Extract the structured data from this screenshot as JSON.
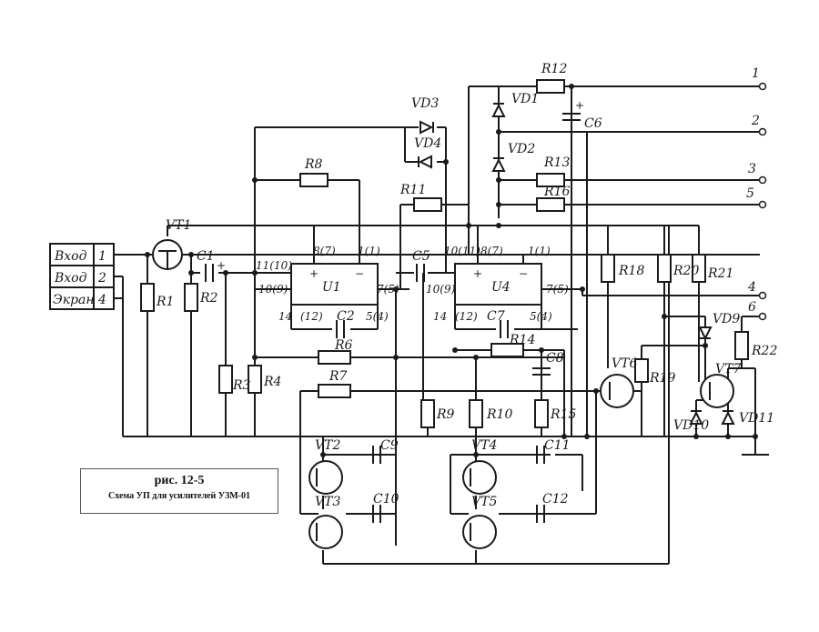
{
  "caption": {
    "title": "рис. 12-5",
    "subtitle": "Схема УП для усилителей УЗМ-01"
  },
  "connector": {
    "rows": [
      {
        "name": "Вход",
        "pin": "1"
      },
      {
        "name": "Вход",
        "pin": "2"
      },
      {
        "name": "Экран",
        "pin": "4"
      }
    ]
  },
  "labels": {
    "VT1": "VT1",
    "VT2": "VT2",
    "VT3": "VT3",
    "VT4": "VT4",
    "VT5": "VT5",
    "VT6": "VT6",
    "VT7": "VT7",
    "VD1": "VD1",
    "VD2": "VD2",
    "VD3": "VD3",
    "VD4": "VD4",
    "VD9": "VD9",
    "VD10": "VD10",
    "VD11": "VD11",
    "C1": "C1",
    "C2": "C2",
    "C5": "C5",
    "C6": "C6",
    "C7": "C7",
    "C8": "C8",
    "C9": "C9",
    "C10": "C10",
    "C11": "C11",
    "C12": "C12",
    "R1": "R1",
    "R2": "R2",
    "R3": "R3",
    "R4": "R4",
    "R6": "R6",
    "R7": "R7",
    "R8": "R8",
    "R9": "R9",
    "R10": "R10",
    "R11": "R11",
    "R12": "R12",
    "R13": "R13",
    "R14": "R14",
    "R15": "R15",
    "R16": "R16",
    "R18": "R18",
    "R19": "R19",
    "R20": "R20",
    "R21": "R21",
    "R22": "R22",
    "U1": "U1",
    "U4": "U4"
  },
  "pins": {
    "u1_8": "8(7)",
    "u1_1": "1(1)",
    "u1_11": "11(10)",
    "u1_10": "10(9)",
    "u1_7": "7(5)",
    "u1_14": "14",
    "u1_12": "(12)",
    "u1_5": "5(4)",
    "u4_10a": "10(11)",
    "u4_8": "8(7)",
    "u4_1": "1(1)",
    "u4_10": "10(9)",
    "u4_7": "7(5)",
    "u4_14": "14",
    "u4_12": "(12)",
    "u4_5": "5(4)"
  },
  "terminals": [
    "1",
    "2",
    "3",
    "5",
    "4",
    "6"
  ],
  "symbols": {
    "plus": "+",
    "minus": "−"
  }
}
